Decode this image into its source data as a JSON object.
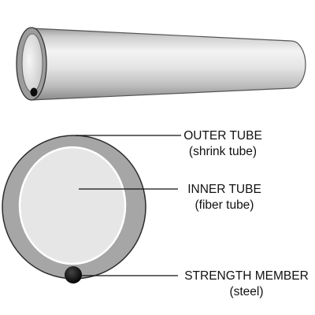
{
  "labels": {
    "outer_tube": {
      "title": "OUTER TUBE",
      "subtitle": "(shrink tube)"
    },
    "inner_tube": {
      "title": "INNER TUBE",
      "subtitle": "(fiber tube)"
    },
    "strength_member": {
      "title": "STRENGTH MEMBER",
      "subtitle": "(steel)"
    }
  },
  "colors": {
    "outer_tube_fill": "#a6a6a6",
    "inner_tube_fill": "#e6e6e6",
    "strength_member_fill": "#0d0d0d",
    "outline": "#2b2b2b",
    "leader_line": "#111111"
  }
}
